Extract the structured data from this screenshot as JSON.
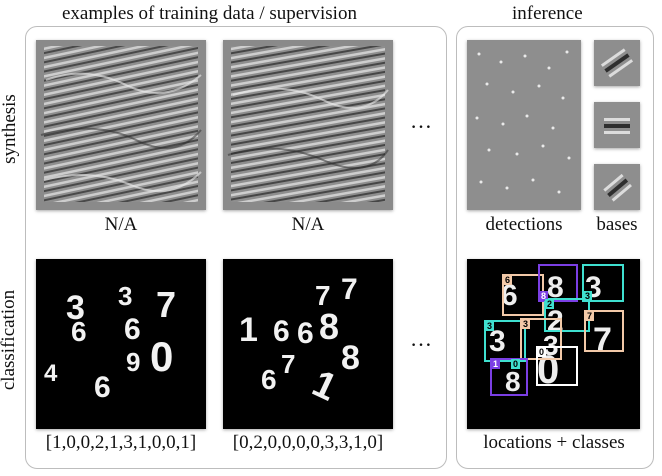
{
  "left_panel": {
    "title": "examples of training data / supervision",
    "row_labels": {
      "synthesis": "synthesis",
      "classification": "classification"
    },
    "synthesis_captions": [
      "N/A",
      "N/A"
    ],
    "classification_captions": [
      "[1,0,0,2,1,3,1,0,0,1]",
      "[0,2,0,0,0,0,3,3,1,0]"
    ],
    "ellipsis": "…",
    "digits_image_1": [
      "3",
      "6",
      "3",
      "6",
      "7",
      "4",
      "6",
      "9",
      "0"
    ],
    "digits_image_2": [
      "1",
      "6",
      "7",
      "7",
      "6",
      "8",
      "6",
      "7",
      "1",
      "8"
    ]
  },
  "right_panel": {
    "title": "inference",
    "captions": {
      "detections": "detections",
      "bases": "bases",
      "locations": "locations + classes"
    },
    "box_labels": [
      "6",
      "8",
      "3",
      "2",
      "3",
      "7",
      "3",
      "0",
      "0",
      "1"
    ],
    "colors": {
      "purple": "#7b3fe4",
      "cyan": "#3fe0d0",
      "peach": "#f2c9a8",
      "white": "#ffffff"
    }
  }
}
